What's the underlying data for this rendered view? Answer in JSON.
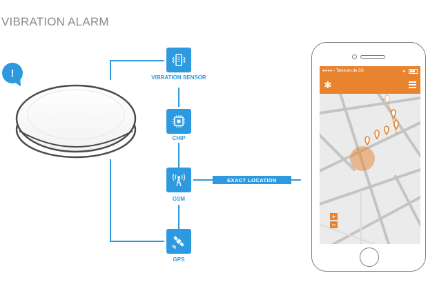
{
  "title": "VIBRATION ALARM",
  "alert_bubble": {
    "symbol": "!"
  },
  "nodes": [
    {
      "label": "VIBRATION SENSOR",
      "icon": "vibration-sensor-icon"
    },
    {
      "label": "CHIP",
      "icon": "chip-icon"
    },
    {
      "label": "GSM",
      "icon": "gsm-antenna-icon"
    },
    {
      "label": "GPS",
      "icon": "satellite-icon"
    }
  ],
  "link_label": "EXACT LOCATION",
  "phone": {
    "status": {
      "carrier": "●●●●○ Telekom.de 3G",
      "time": ""
    },
    "appbar": {
      "left_icon": "gear-icon",
      "right_icon": "menu-icon"
    },
    "zoom": {
      "in": "+",
      "out": "−"
    }
  },
  "colors": {
    "blue": "#2d9ae0",
    "orange": "#e8832f",
    "grey": "#8a8a8a"
  }
}
